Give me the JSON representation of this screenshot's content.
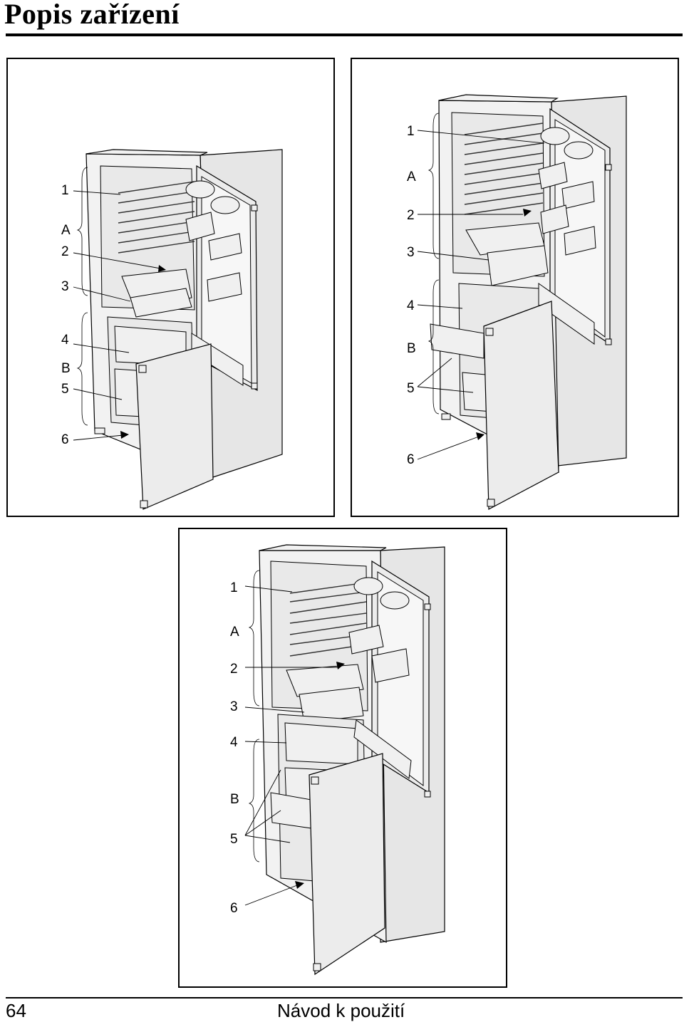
{
  "header": {
    "title": "Popis zařízení"
  },
  "figures": [
    {
      "labels": {
        "l1": "1",
        "lA": "A",
        "l2": "2",
        "l3": "3",
        "l4": "4",
        "lB": "B",
        "l5": "5",
        "l6": "6"
      }
    },
    {
      "labels": {
        "l1": "1",
        "lA": "A",
        "l2": "2",
        "l3": "3",
        "l4": "4",
        "lB": "B",
        "l5": "5",
        "l6": "6"
      }
    },
    {
      "labels": {
        "l1": "1",
        "lA": "A",
        "l2": "2",
        "l3": "3",
        "l4": "4",
        "lB": "B",
        "l5": "5",
        "l6": "6"
      }
    }
  ],
  "footer": {
    "page_number": "64",
    "title": "Návod k použití"
  }
}
